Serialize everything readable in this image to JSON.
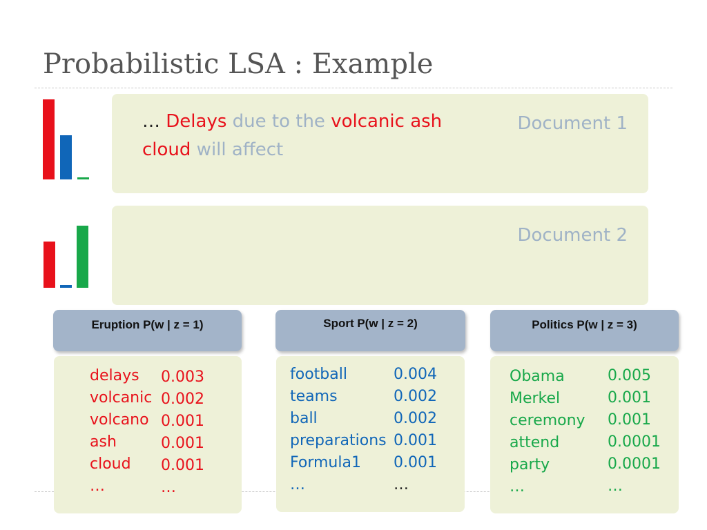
{
  "title": "Probabilistic LSA : Example",
  "documents": [
    {
      "label": "Document 1",
      "text_segments": [
        {
          "text": "… ",
          "color": "#222222"
        },
        {
          "text": "Delays",
          "color": "#e8111b"
        },
        {
          "text": " due to the ",
          "color": "#9fb2c6"
        },
        {
          "text": "volcanic ash cloud",
          "color": "#e8111b"
        },
        {
          "text": " will affect",
          "color": "#9fb2c6"
        }
      ],
      "topic_mix": [
        {
          "topic": "eruption",
          "color": "#e8111b",
          "weight": 1.0
        },
        {
          "topic": "sport",
          "color": "#1066b8",
          "weight": 0.55
        },
        {
          "topic": "politics",
          "color": "#18a84a",
          "weight": 0.02
        }
      ]
    },
    {
      "label": "Document 2",
      "text_segments": [],
      "topic_mix": [
        {
          "topic": "eruption",
          "color": "#e8111b",
          "weight": 0.6
        },
        {
          "topic": "sport",
          "color": "#1066b8",
          "weight": 0.02
        },
        {
          "topic": "politics",
          "color": "#18a84a",
          "weight": 0.82
        }
      ]
    }
  ],
  "topics": [
    {
      "header": "Eruption P(w | z = 1)",
      "color": "#e8111b",
      "words": [
        "delays",
        "volcanic",
        "volcano",
        "ash",
        "cloud",
        "…"
      ],
      "probs": [
        "0.003",
        "0.002",
        "0.001",
        "0.001",
        "0.001",
        "…"
      ]
    },
    {
      "header": "Sport P(w | z = 2)",
      "color": "#1066b8",
      "words": [
        "football",
        "teams",
        "ball",
        "preparations",
        "Formula1",
        "…"
      ],
      "probs": [
        "0.004",
        "0.002",
        "0.002",
        "0.001",
        "0.001",
        "…"
      ]
    },
    {
      "header": "Politics P(w | z = 3)",
      "color": "#18a84a",
      "words": [
        "Obama",
        "Merkel",
        "ceremony",
        "attend",
        "party",
        "…"
      ],
      "probs": [
        "0.005",
        "0.001",
        "0.001",
        "0.0001",
        "0.0001",
        "…"
      ]
    }
  ]
}
